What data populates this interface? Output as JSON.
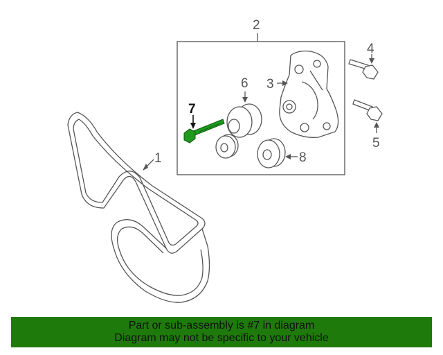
{
  "callouts": {
    "c1": "1",
    "c2": "2",
    "c3": "3",
    "c4": "4",
    "c5": "5",
    "c6": "6",
    "c7": "7",
    "c8": "8"
  },
  "highlight_color": "#1f9a1f",
  "banner": {
    "line1": "Part or sub-assembly is #7 in diagram",
    "line2": "Diagram may not be specific to your vehicle",
    "background": "#1f7a0c"
  }
}
